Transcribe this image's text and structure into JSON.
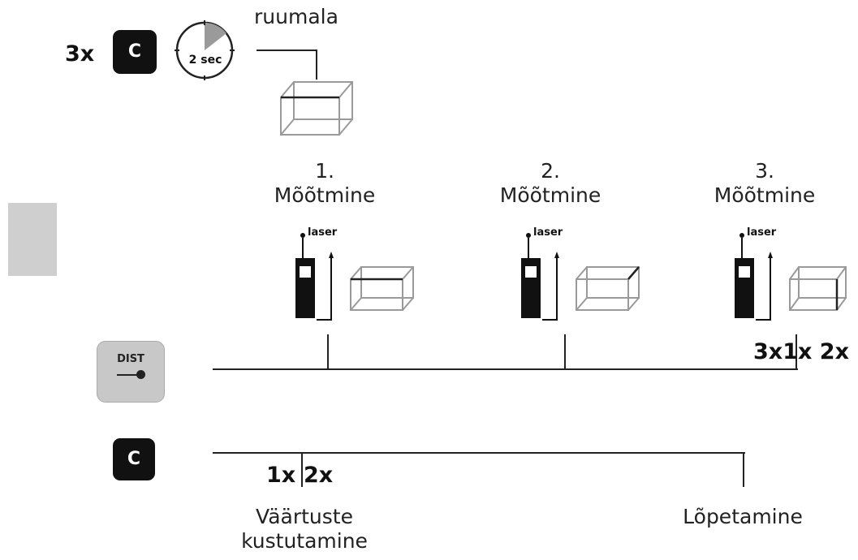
{
  "top": {
    "count": "3x",
    "key": "C",
    "timer": "2 sec",
    "volume_label": "ruumala"
  },
  "measurements": [
    {
      "number": "1.",
      "label": "Mõõtmine",
      "laser": "laser"
    },
    {
      "number": "2.",
      "label": "Mõõtmine",
      "laser": "laser"
    },
    {
      "number": "3.",
      "label": "Mõõtmine",
      "laser": "laser"
    }
  ],
  "dist_row": {
    "key": "DIST",
    "count_end": "3x1x 2x"
  },
  "clear_row": {
    "key": "C",
    "count_1": "1x",
    "count_2": "2x",
    "label_clear_1": "Väärtuste",
    "label_clear_2": "kustutamine",
    "label_end": "Lõpetamine"
  }
}
